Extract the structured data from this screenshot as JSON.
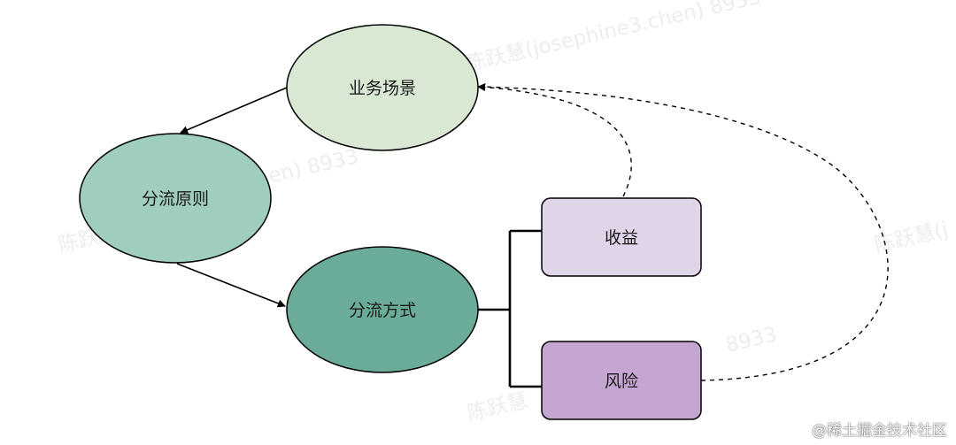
{
  "nodes": {
    "scenario": {
      "label": "业务场景",
      "fill": "#d8e8d3",
      "stroke": "#000000"
    },
    "principle": {
      "label": "分流原则",
      "fill": "#9fcdbf",
      "stroke": "#000000"
    },
    "method": {
      "label": "分流方式",
      "fill": "#6aab99",
      "stroke": "#000000"
    },
    "revenue": {
      "label": "收益",
      "fill": "#e0d4e8",
      "stroke": "#000000"
    },
    "risk": {
      "label": "风险",
      "fill": "#c5a6d2",
      "stroke": "#000000"
    }
  },
  "watermark": {
    "text_1": "陈跃慧(josephine3.chen) 8933",
    "text_2": "(chen) 8933",
    "text_3": "陈跃慧",
    "text_4": "陈跃慧(j",
    "text_5": "陈跃慧",
    "text_6": "8933"
  },
  "footer": {
    "credit": "@稀土掘金技术社区"
  }
}
